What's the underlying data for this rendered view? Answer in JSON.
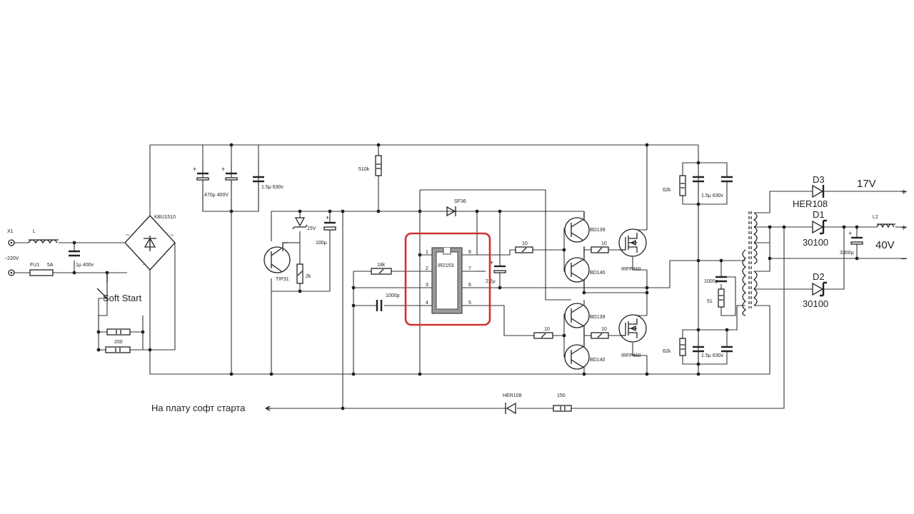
{
  "colors": {
    "wire": "#333333",
    "component": "#222222",
    "highlight": "#cc3333",
    "background": "#ffffff"
  },
  "input": {
    "x1": "X1",
    "mains": "~220V",
    "inductor": "L",
    "fuse": "FU1",
    "fuse_rating": "5A",
    "cap_filter": "1μ 400v",
    "soft_start": "Soft Start",
    "resistor_soft": "200"
  },
  "bridge": {
    "label": "KBU1510",
    "ac_left": "~",
    "ac_right": "~",
    "minus": "–"
  },
  "bulk": {
    "cap_electrolytic": "470μ 400V",
    "cap_film": "1.5μ 630v"
  },
  "regulator": {
    "transistor": "TIP31",
    "zener": "15V",
    "resistor": "2k",
    "cap": "100μ",
    "resistor_top": "510k"
  },
  "driver": {
    "ic": "IR2153",
    "pins": [
      "1",
      "2",
      "3",
      "4",
      "5",
      "6",
      "7",
      "8"
    ],
    "r_timing": "18k",
    "c_timing": "1000p",
    "diode_boot": "SF36",
    "cap_boot": "2.2μ",
    "r_gate_high": "10",
    "r_gate_low": "10"
  },
  "drivers": {
    "npn": "BD139",
    "pnp": "BD140",
    "mosfet": "IRFP460",
    "r_gate": "10"
  },
  "half_bridge": {
    "r_top": "62k",
    "c_top": "1.5μ 630v",
    "r_bottom": "62k",
    "c_bottom": "1.5μ 630v"
  },
  "snubber": {
    "cap": "1000p",
    "resistor": "51"
  },
  "output": {
    "d3": "D3",
    "d3_part": "HER108",
    "v17": "17V",
    "d1": "D1",
    "d1_part": "30100",
    "d2": "D2",
    "d2_part": "30100",
    "l2": "L2",
    "cap_out": "3300μ",
    "v40": "40V",
    "plus1": "+",
    "plus2": "+",
    "minus": "–"
  },
  "feedback": {
    "diode": "HER108",
    "resistor": "150",
    "note": "На плату софт старта"
  }
}
